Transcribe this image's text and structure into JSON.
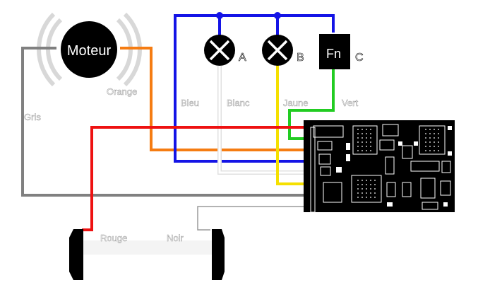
{
  "motor": {
    "label": "Moteur"
  },
  "lamps": [
    {
      "label": "A"
    },
    {
      "label": "B"
    }
  ],
  "function_output": {
    "label": "Fn",
    "tag": "C"
  },
  "wires": {
    "orange": {
      "label": "Orange",
      "color": "#f57c12"
    },
    "grey": {
      "label": "Gris",
      "color": "#808080"
    },
    "blue": {
      "label": "Bleu",
      "color": "#1414e6"
    },
    "white": {
      "label": "Blanc",
      "color": "#ffffff"
    },
    "yellow": {
      "label": "Jaune",
      "color": "#f5e000"
    },
    "green": {
      "label": "Vert",
      "color": "#22cc22"
    },
    "red": {
      "label": "Rouge",
      "color": "#ee1111"
    },
    "black": {
      "label": "Noir",
      "color": "#000000"
    }
  },
  "icons": [
    "motor-icon",
    "lamp-icon",
    "function-output-icon",
    "rail-icon",
    "decoder-board-icon"
  ]
}
